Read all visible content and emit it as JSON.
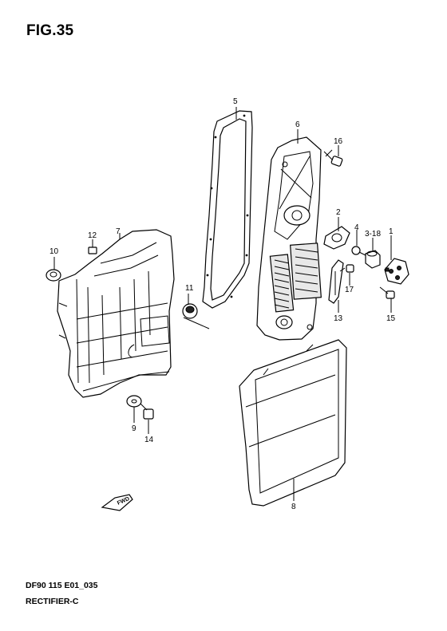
{
  "header": {
    "figure": "FIG.35"
  },
  "footer": {
    "code": "DF90 115 E01_035",
    "title": "RECTIFIER-C"
  },
  "fwd_arrow": {
    "text": "FWD"
  },
  "callouts": [
    {
      "id": "1",
      "text": "1"
    },
    {
      "id": "2",
      "text": "2"
    },
    {
      "id": "3-18",
      "text": "3-18"
    },
    {
      "id": "4",
      "text": "4"
    },
    {
      "id": "5",
      "text": "5"
    },
    {
      "id": "6",
      "text": "6"
    },
    {
      "id": "7",
      "text": "7"
    },
    {
      "id": "8",
      "text": "8"
    },
    {
      "id": "9",
      "text": "9"
    },
    {
      "id": "10",
      "text": "10"
    },
    {
      "id": "11",
      "text": "11"
    },
    {
      "id": "12",
      "text": "12"
    },
    {
      "id": "13",
      "text": "13"
    },
    {
      "id": "14",
      "text": "14"
    },
    {
      "id": "15",
      "text": "15"
    },
    {
      "id": "16",
      "text": "16"
    },
    {
      "id": "17",
      "text": "17"
    }
  ]
}
